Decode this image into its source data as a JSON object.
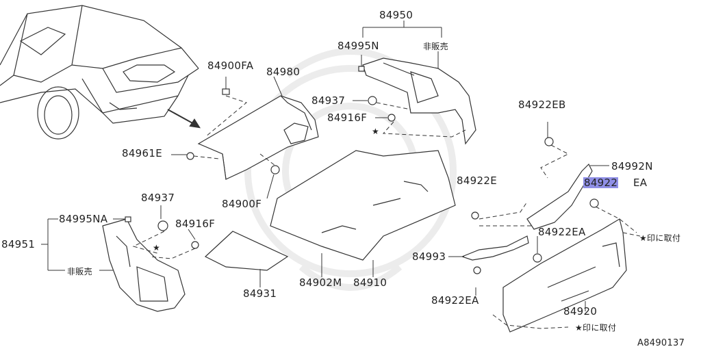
{
  "colors": {
    "background": "#ffffff",
    "line": "#333333",
    "highlight": "#8f8fe6",
    "watermark": "#ececec"
  },
  "diagram_id": "A8490137",
  "parts": {
    "p84950": "84950",
    "p84995N": "84995N",
    "not_for_sale_top": "非販売",
    "p84937_top": "84937",
    "p84916F_top": "84916F",
    "p84900FA": "84900FA",
    "p84980": "84980",
    "p84961E": "84961E",
    "p84900F": "84900F",
    "p84922EB": "84922EB",
    "p84992N": "84992N",
    "p84922EA_highlighted_prefix": "84922",
    "p84922EA_highlighted_suffix": "EA",
    "p84922E": "84922E",
    "p84922EA_mid": "84922EA",
    "p84993": "84993",
    "p84922EA_bottom": "84922EA",
    "p84920": "84920",
    "p84937_left": "84937",
    "p84995NA": "84995NA",
    "p84916F_left": "84916F",
    "p84951": "84951",
    "not_for_sale_left": "非販売",
    "p84931": "84931",
    "p84902M": "84902M",
    "p84910": "84910",
    "note_attach_1": "★印に取付",
    "note_attach_2": "★印に取付"
  }
}
